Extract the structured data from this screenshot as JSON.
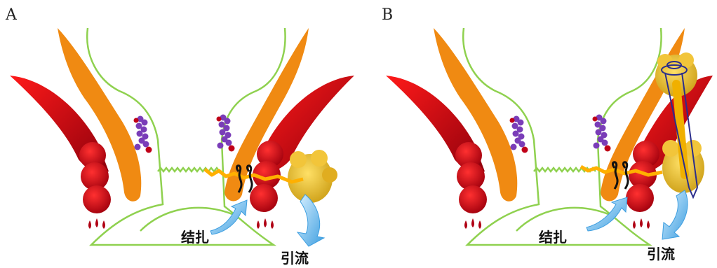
{
  "panels": [
    {
      "letter": "A",
      "ligation_label": "结扎",
      "drainage_label": "引流"
    },
    {
      "letter": "B",
      "ligation_label": "结扎",
      "drainage_label": "引流"
    }
  ],
  "colors": {
    "sphincter_dark": "#b30012",
    "sphincter_bright": "#e0000f",
    "orange_muscle": "#f08a12",
    "mucosa_line": "#8fd14f",
    "gland": "#7a3db8",
    "abscess": "#e6b422",
    "seton": "#ffb000",
    "arrow": "#7fc6ef",
    "thread": "#2b2e8c"
  }
}
